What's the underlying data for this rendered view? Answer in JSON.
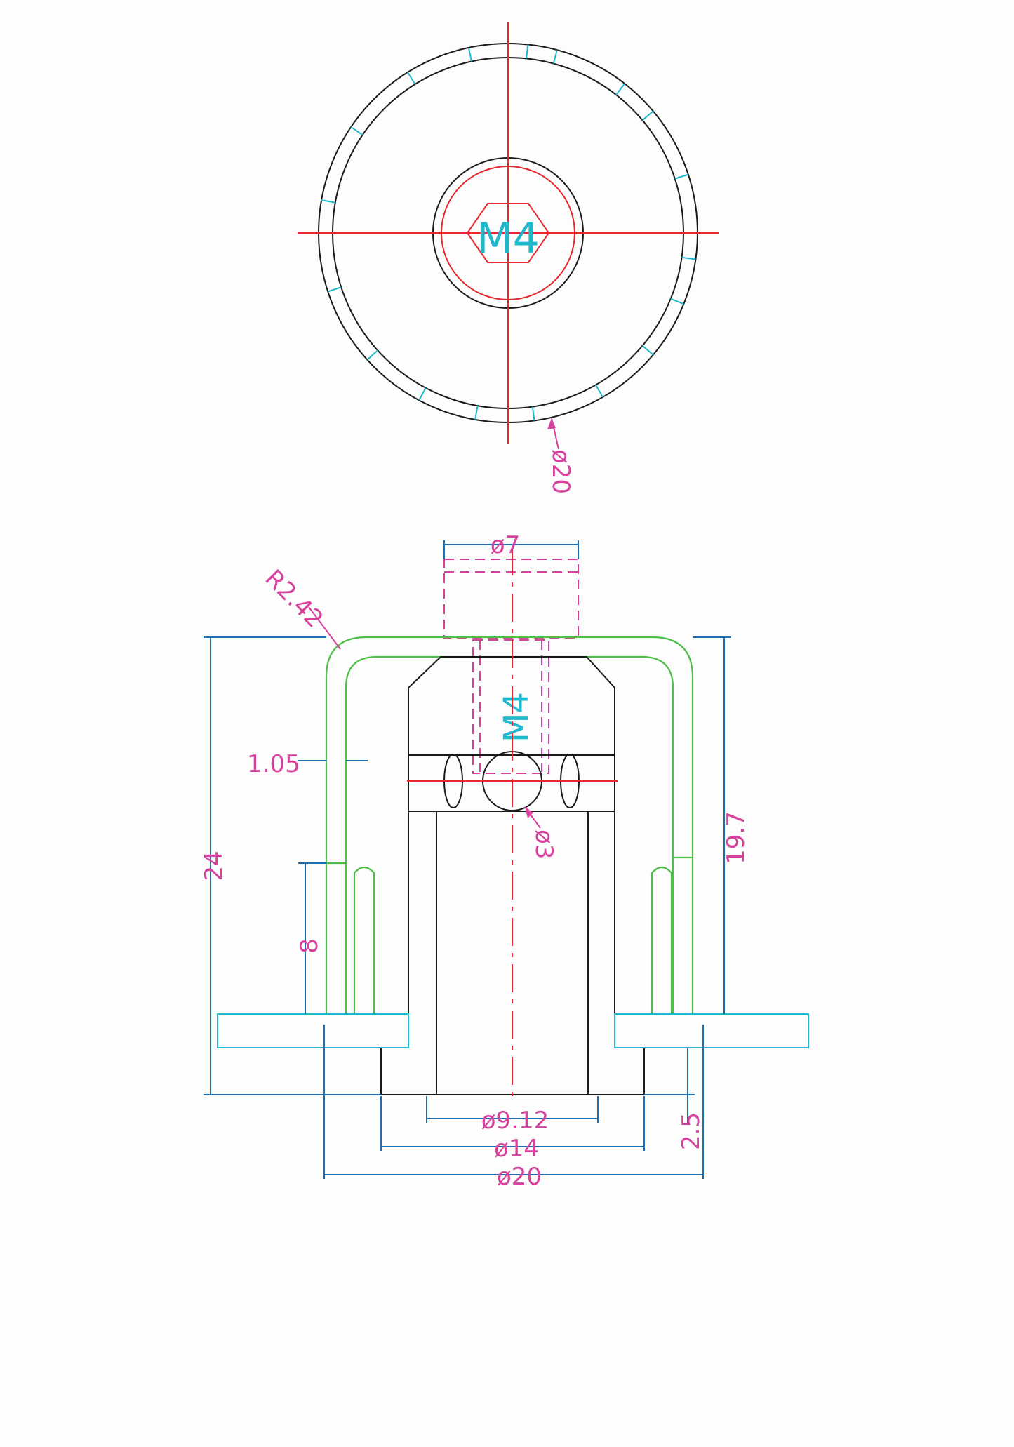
{
  "top_view": {
    "thread_label": "M4",
    "outer_diameter_label": "ø20"
  },
  "section_view": {
    "top_diameter_label": "ø7",
    "radius_label": "R2.42",
    "wall_label": "1.05",
    "overall_height_label": "24",
    "inner_height_label": "19.7",
    "slot_height_label": "8",
    "thread_label": "M4",
    "ball_diameter_label": "ø3",
    "bore_diameter_label": "ø9.12",
    "base_diameter_label": "ø14",
    "flange_diameter_label": "ø20",
    "base_height_label": "2.5"
  },
  "colors": {
    "outline": "#1a1a1a",
    "centerline": "#e8262d",
    "insert": "#4fbf4a",
    "hatch": "#1fb8cc",
    "dimension_text": "#d6419e",
    "dimension_line": "#1f6fb0"
  }
}
